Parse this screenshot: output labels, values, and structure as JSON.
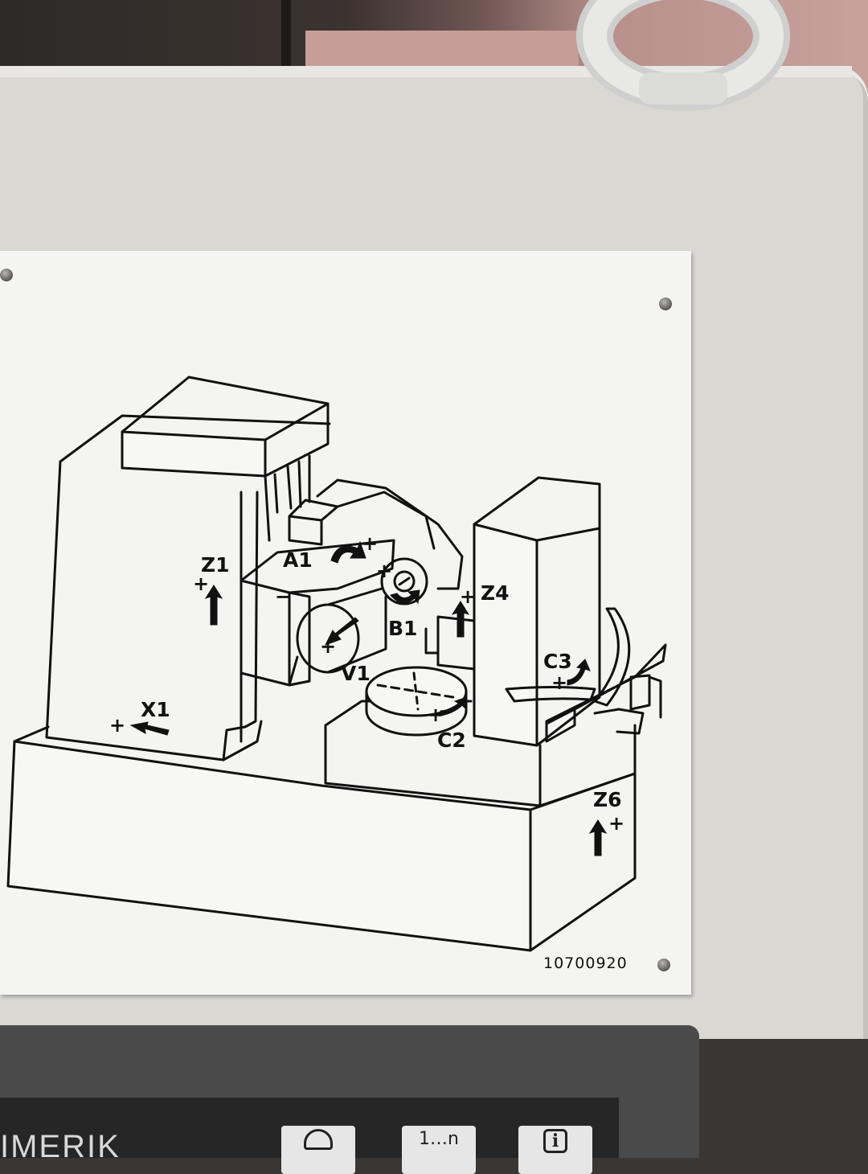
{
  "axes": {
    "Z1": "Z1",
    "A1": "A1",
    "B1": "B1",
    "V1": "V1",
    "X1": "X1",
    "Z4": "Z4",
    "C2": "C2",
    "C3": "C3",
    "Z6": "Z6"
  },
  "plus_sign": "+",
  "minus_sign": "−",
  "serial_number": "10700920",
  "control_panel": {
    "brand_text": "IMERIK",
    "keys": [
      {
        "label": "",
        "icon": "machine-icon"
      },
      {
        "label": "1…n",
        "icon": "channel-icon"
      },
      {
        "label": "i",
        "icon": "info-icon"
      }
    ]
  },
  "colors": {
    "plate": "#f4f4f2",
    "cabinet": "#d9d8d3",
    "ink": "#111111",
    "panel": "#4a4a4a"
  }
}
